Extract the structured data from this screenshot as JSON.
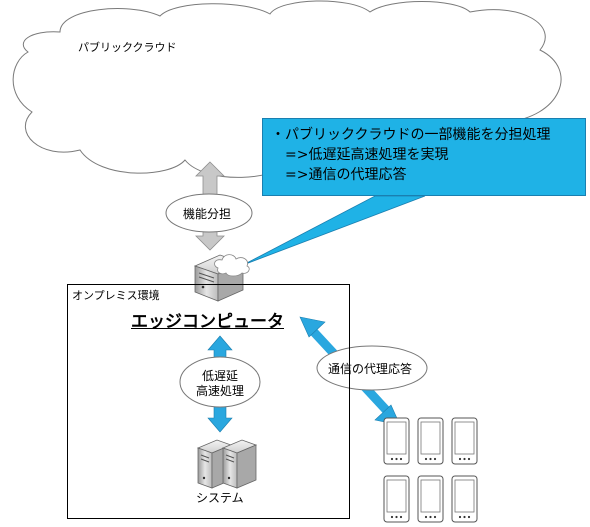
{
  "cloud": {
    "label": "パブリッククラウド"
  },
  "callout": {
    "lines": [
      "・パブリッククラウドの一部機能を分担処理",
      "=>低遅延高速処理を実現",
      "=>通信の代理応答"
    ]
  },
  "cloud_link": {
    "label": "機能分担"
  },
  "onpremise": {
    "label": "オンプレミス環境"
  },
  "edge": {
    "title": "エッジコンピュータ"
  },
  "edge_link": {
    "label_line1": "低遅延",
    "label_line2": "高速処理"
  },
  "system": {
    "label": "システム"
  },
  "proxy": {
    "label": "通信の代理応答"
  },
  "colors": {
    "accent_blue": "#1fb2e6",
    "arrow_blue": "#2aa7df",
    "arrow_gray": "#c8c8c8"
  },
  "devices": {
    "count": 6
  }
}
